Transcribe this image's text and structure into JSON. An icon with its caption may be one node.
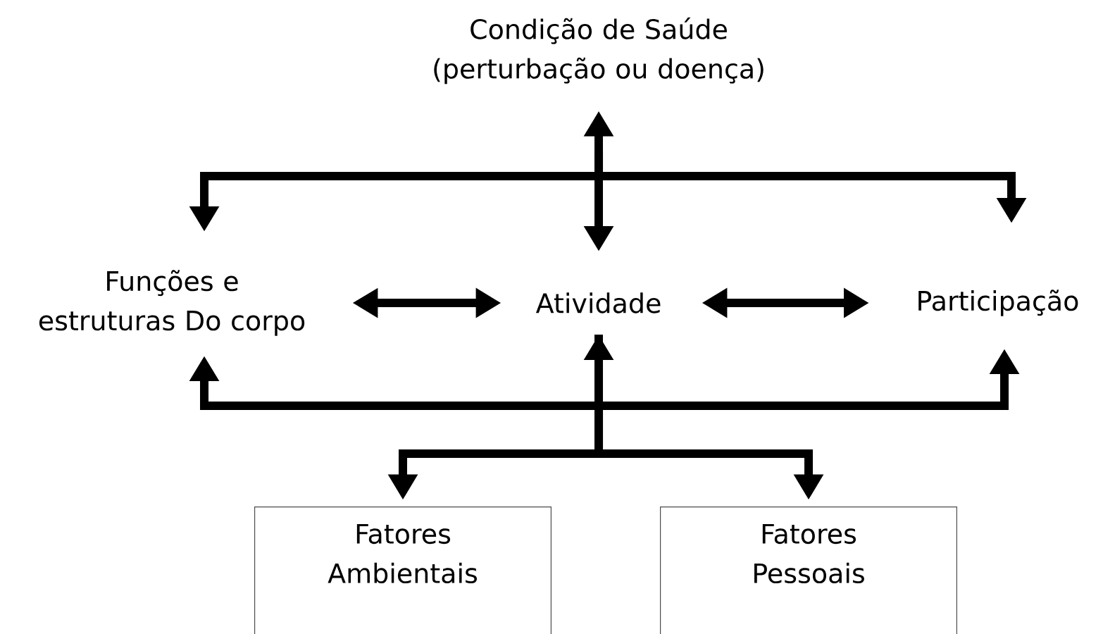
{
  "diagram": {
    "nodes": [
      {
        "text": [
          "Condição de Saúde (perturbação ou doença)"
        ]
      },
      {
        "text": [
          "Funções e estruturas Do corpo"
        ]
      },
      {
        "text": [
          "Atividade"
        ]
      },
      {
        "text": [
          "Participação"
        ]
      },
      {
        "text": [
          "Fatores Ambientais"
        ]
      },
      {
        "text": [
          "Fatores Pessoais"
        ]
      }
    ],
    "edges": [
      {
        "from": 0,
        "to": 1,
        "arrow": "to"
      },
      {
        "from": 0,
        "to": 2,
        "arrow": "both"
      },
      {
        "from": 0,
        "to": 3,
        "arrow": "to"
      },
      {
        "from": 1,
        "to": 2,
        "arrow": "both"
      },
      {
        "from": 2,
        "to": 3,
        "arrow": "both"
      },
      {
        "from": 4,
        "to": 2,
        "arrow": "both"
      },
      {
        "from": 2,
        "to": 5,
        "arrow": "to"
      },
      {
        "from": 4,
        "to": 1,
        "arrow": "to"
      },
      {
        "from": 4,
        "to": 3,
        "arrow": "to"
      }
    ]
  }
}
